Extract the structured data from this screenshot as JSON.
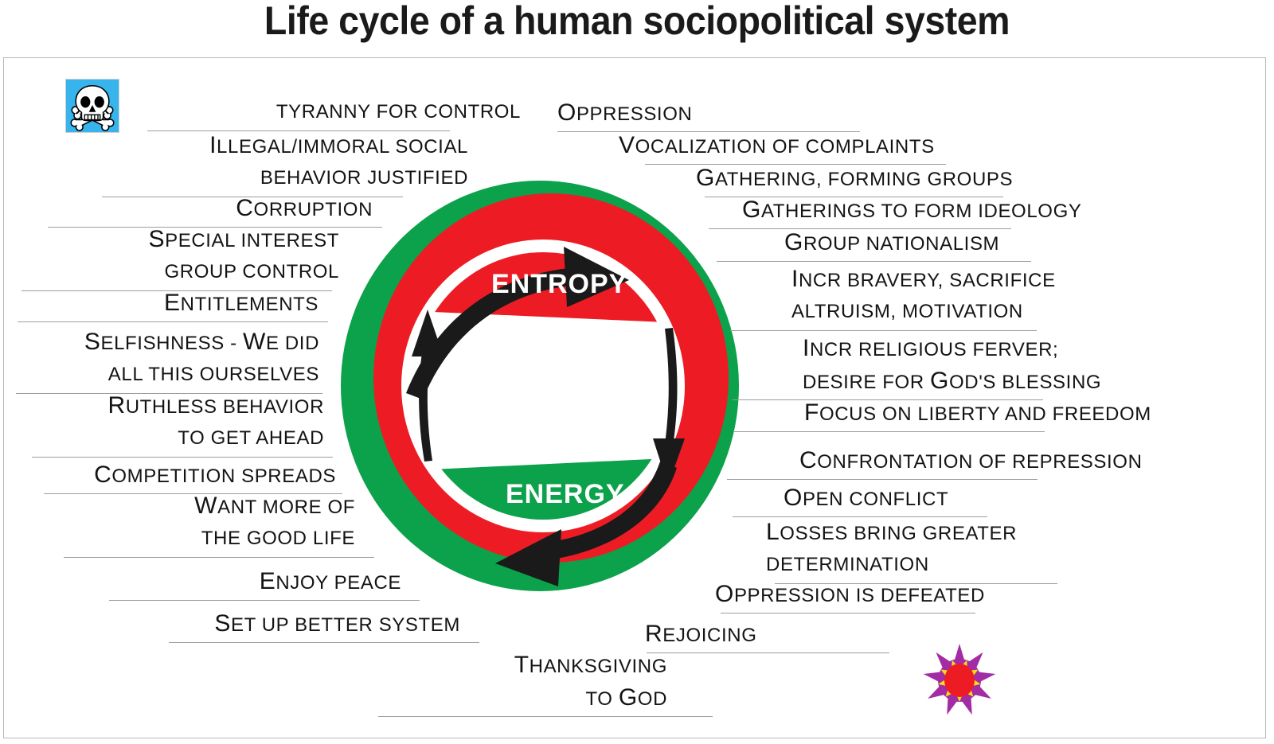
{
  "title": "Life cycle of a human sociopolitical system",
  "colors": {
    "red": "#ED1C24",
    "green": "#0CA14B",
    "white": "#FFFFFF",
    "black": "#141414",
    "skull_bg": "#37B4EC",
    "star_purple": "#A32BA3",
    "star_yellow": "#F7E017",
    "star_red": "#ED1C24",
    "rule_gray": "#9D9D9D",
    "frame_gray": "#B9B9B9"
  },
  "wheel": {
    "entropy_label": "ENTROPY",
    "energy_label": "ENERGY",
    "entropy_arrow": "clockwise-arrow-top",
    "energy_arrow": "clockwise-arrow-bottom",
    "right_arrow": "down-arrow-right",
    "left_arrow": "up-arrow-left"
  },
  "icons": {
    "skull": "skull-and-crossbones-icon",
    "star": "star-burst-icon"
  },
  "left_column": [
    {
      "lines": [
        "TYRANNY FOR CONTROL"
      ],
      "allsmall": true
    },
    {
      "lines": [
        "Illegal/immoral social",
        "behavior justified"
      ]
    },
    {
      "lines": [
        "Corruption"
      ]
    },
    {
      "lines": [
        "Special interest",
        "group control"
      ]
    },
    {
      "lines": [
        "Entitlements"
      ]
    },
    {
      "lines": [
        "Selfishness - We did",
        "all this ourselves"
      ]
    },
    {
      "lines": [
        "Ruthless behavior",
        "to get ahead"
      ]
    },
    {
      "lines": [
        "Competition spreads"
      ]
    },
    {
      "lines": [
        "Want more of",
        "the good life"
      ]
    },
    {
      "lines": [
        "Enjoy peace"
      ]
    },
    {
      "lines": [
        "Set up better system"
      ]
    }
  ],
  "bottom_center": [
    {
      "lines": [
        "Thanksgiving",
        "to God"
      ]
    }
  ],
  "right_column": [
    {
      "lines": [
        "Oppression"
      ]
    },
    {
      "lines": [
        "Vocalization of complaints"
      ]
    },
    {
      "lines": [
        "Gathering, forming groups"
      ]
    },
    {
      "lines": [
        "Gatherings to form ideology"
      ]
    },
    {
      "lines": [
        "Group nationalism"
      ]
    },
    {
      "lines": [
        "Incr bravery, sacrifice",
        "altruism, motivation"
      ]
    },
    {
      "lines": [
        "Incr religious ferver;",
        "desire for God's blessing"
      ]
    },
    {
      "lines": [
        "Focus on liberty and freedom"
      ]
    },
    {
      "lines": [
        "Confrontation of repression"
      ]
    },
    {
      "lines": [
        "Open conflict"
      ]
    },
    {
      "lines": [
        "Losses bring greater",
        "determination"
      ]
    },
    {
      "lines": [
        "Oppression is defeated"
      ]
    },
    {
      "lines": [
        "Rejoicing"
      ]
    }
  ]
}
